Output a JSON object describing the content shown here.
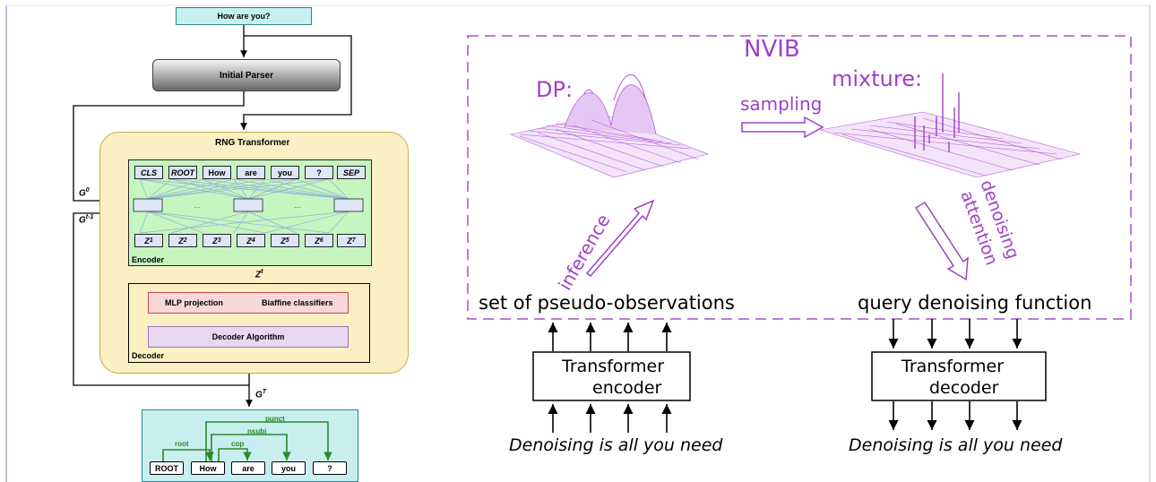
{
  "left": {
    "input_text": "How are you?",
    "initial_parser": "Initial Parser",
    "rng_title": "RNG Transformer",
    "encoder_label": "Encoder",
    "decoder_label": "Decoder",
    "tokens": [
      "CLS",
      "ROOT",
      "How",
      "are",
      "you",
      "?",
      "SEP"
    ],
    "dots": "...",
    "z_labels": [
      "Z",
      "Z",
      "Z",
      "Z",
      "Z",
      "Z",
      "Z"
    ],
    "z_subs": [
      "1",
      "2",
      "3",
      "4",
      "5",
      "6",
      "7"
    ],
    "g0": "G",
    "g0_sup": "0",
    "gt1": "G",
    "gt1_sup": "t-1",
    "zt": "Z",
    "zt_sup": "t",
    "gT": "G",
    "gT_sup": "T",
    "mlp": "MLP projection",
    "biaffine": "Biaffine classifiers",
    "decoder_algorithm": "Decoder Algorithm",
    "tree_words": [
      "ROOT",
      "How",
      "are",
      "you",
      "?"
    ],
    "arcs": [
      "root",
      "punct",
      "nsubj",
      "cop"
    ]
  },
  "right": {
    "nvib": "NVIB",
    "dp": "DP:",
    "mixture": "mixture:",
    "sampling": "sampling",
    "inference": "inference",
    "denoising_attention_1": "denoising",
    "denoising_attention_2": "attention",
    "pseudo_obs": "set of pseudo-observations",
    "query_denoise": "query denoising function",
    "enc_line1": "Transformer",
    "enc_line2": "encoder",
    "dec_line1": "Transformer",
    "dec_line2": "decoder",
    "input_sentence": "Denoising is all you need",
    "output_sentence": "Denoising is all you need"
  },
  "colors": {
    "purple": "#a040c8",
    "input_box": "#c8f0f0",
    "rng_bg": "#fbefc4",
    "encoder_bg": "#c6f5c0",
    "token_bg": "#dde6f6",
    "mlp_bg": "#f8d8d8",
    "decalg_bg": "#e6d8ee",
    "tree_bg": "#c8eeee",
    "arc_green": "#2a8a2a"
  }
}
